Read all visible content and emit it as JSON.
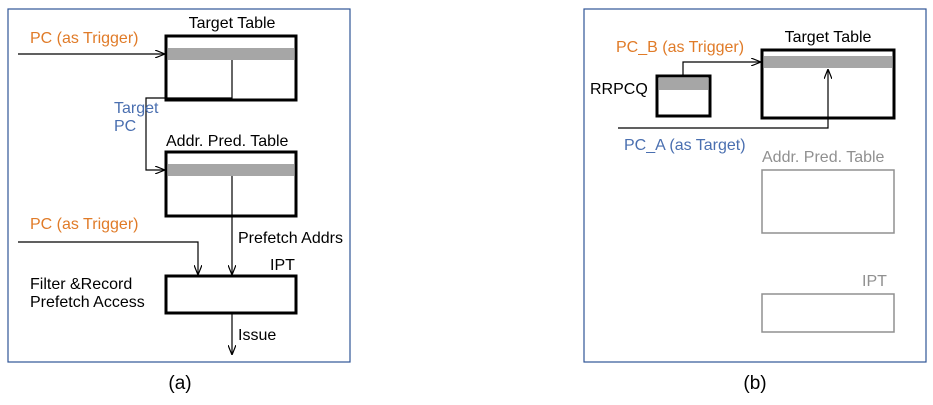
{
  "panel_a": {
    "caption": "(a)",
    "target_table_label": "Target Table",
    "trigger_label_1": "PC (as Trigger)",
    "target_pc_line1": "Target",
    "target_pc_line2": "PC",
    "addr_pred_table_label": "Addr. Pred. Table",
    "trigger_label_2": "PC (as Trigger)",
    "prefetch_addrs_label": "Prefetch Addrs",
    "ipt_label": "IPT",
    "filter_line1": "Filter &Record",
    "filter_line2": "Prefetch Access",
    "issue_label": "Issue"
  },
  "panel_b": {
    "caption": "(b)",
    "trigger_label": "PC_B (as Trigger)",
    "target_table_label": "Target Table",
    "rrpcq_label": "RRPCQ",
    "target_label": "PC_A (as Target)",
    "addr_pred_table_label": "Addr. Pred. Table",
    "ipt_label": "IPT"
  },
  "colors": {
    "trigger": "#e07b28",
    "target": "#4a6fb0",
    "panel_border": "#2f5597",
    "faded": "#909090",
    "row_fill": "#a6a6a6"
  }
}
